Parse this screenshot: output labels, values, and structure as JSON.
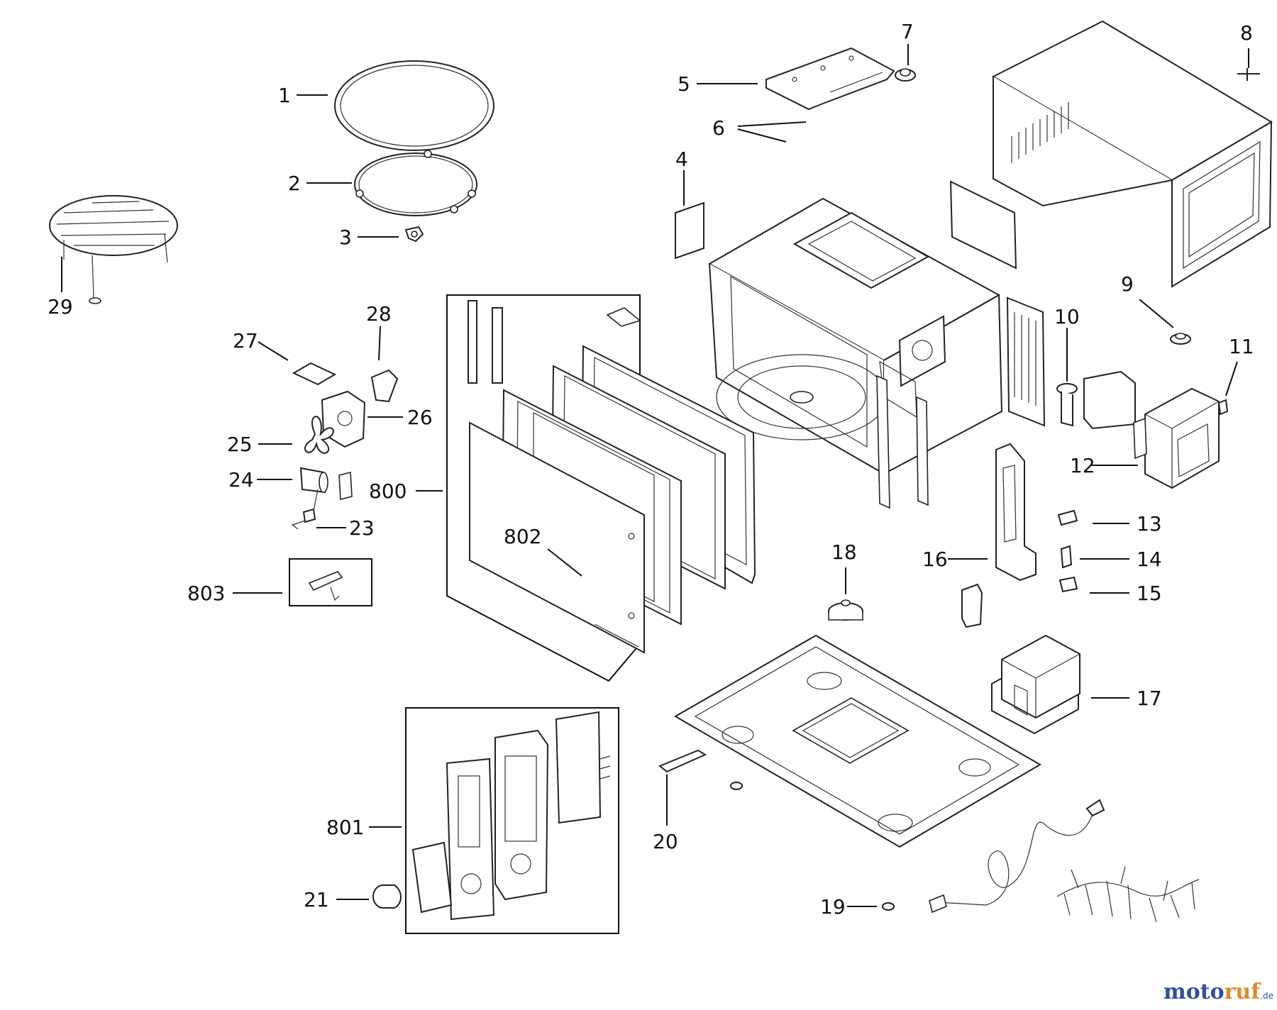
{
  "labels": {
    "p1": "1",
    "p2": "2",
    "p3": "3",
    "p4": "4",
    "p5": "5",
    "p6": "6",
    "p7": "7",
    "p8": "8",
    "p9": "9",
    "p10": "10",
    "p11": "11",
    "p12": "12",
    "p13": "13",
    "p14": "14",
    "p15": "15",
    "p16": "16",
    "p17": "17",
    "p18": "18",
    "p19": "19",
    "p20": "20",
    "p21": "21",
    "p23": "23",
    "p24": "24",
    "p25": "25",
    "p26": "26",
    "p27": "27",
    "p28": "28",
    "p29": "29",
    "p800": "800",
    "p801": "801",
    "p802": "802",
    "p803": "803"
  },
  "watermark": {
    "part1": "moto",
    "part2": "ruf",
    "suffix": ".de"
  }
}
